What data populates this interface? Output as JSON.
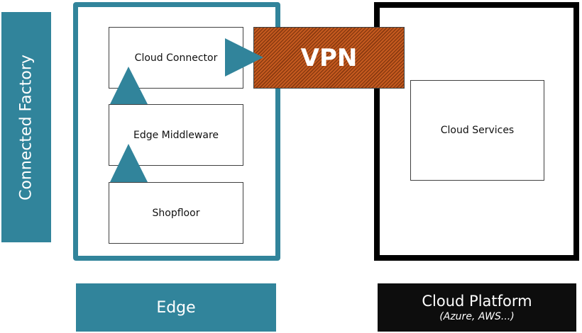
{
  "left_band": {
    "label": "Connected Factory"
  },
  "edge": {
    "footer_label": "Edge",
    "components": [
      {
        "label": "Cloud Connector"
      },
      {
        "label": "Edge Middleware"
      },
      {
        "label": "Shopfloor"
      }
    ]
  },
  "vpn": {
    "label": "VPN"
  },
  "cloud": {
    "footer_label": "Cloud Platform",
    "footer_sublabel": "(Azure, AWS...)",
    "components": [
      {
        "label": "Cloud Services"
      }
    ]
  },
  "colors": {
    "teal": "#31849b",
    "vpn_orange": "#c55a1f",
    "cloud_black": "#000000"
  }
}
